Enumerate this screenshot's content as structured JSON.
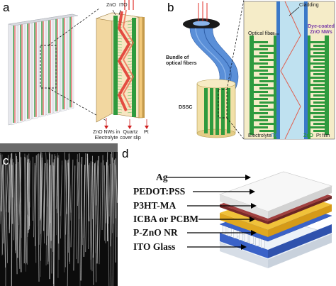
{
  "panels": {
    "a": {
      "label": "a",
      "top_labels": [
        "ZnO",
        "ITO"
      ],
      "bottom_labels": [
        "ZnO NWs in\nElectrolyte",
        "Quartz\ncover slip",
        "Pt"
      ]
    },
    "b": {
      "label": "b",
      "left_labels": [
        "Bundle of\noptical fibers",
        "DSSC"
      ],
      "inset_labels": [
        "Cladding",
        "Optical fiber",
        "Dye-coated\nZnO NWs"
      ],
      "inset_bottom_labels": [
        "Electrolyte",
        "ITO",
        "ZnO",
        "Pt film"
      ]
    },
    "c": {
      "label": "c"
    },
    "d": {
      "label": "d",
      "layers": [
        "Ag",
        "PEDOT:PSS",
        "P3HT-MA",
        "ICBA or PCBM",
        "P-ZnO NR",
        "ITO Glass"
      ]
    }
  },
  "colors": {
    "zno_nw_green": "#2e9a3e",
    "ito_blue": "#3a78c8",
    "fiber_blue": "#5a8fd8",
    "dye_purple": "#7a3ea8",
    "pedot_red": "#8a3030",
    "p3ht_yellow": "#f0c23a",
    "pcbm_blue": "#3a62c8"
  }
}
